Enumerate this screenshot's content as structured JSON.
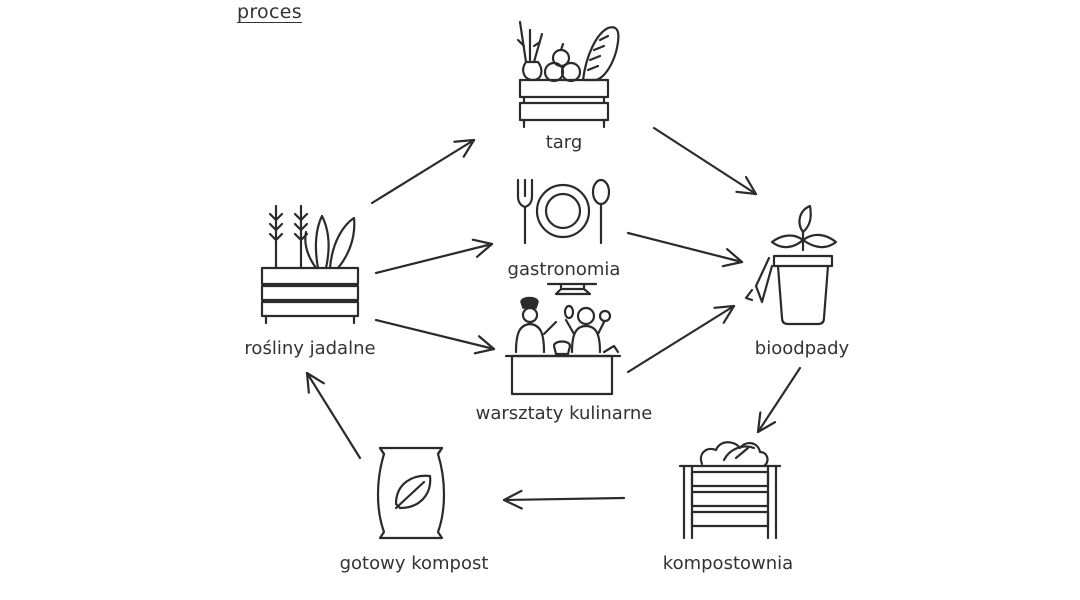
{
  "heading": "proces",
  "nodes": {
    "targ": {
      "label": "targ",
      "icon": "crate-of-produce-icon"
    },
    "gastronomia": {
      "label": "gastronomia",
      "icon": "plate-fork-spoon-icon"
    },
    "warsztaty": {
      "label": "warsztaty kulinarne",
      "icon": "cooking-workshop-icon"
    },
    "rosliny": {
      "label": "rośliny jadalne",
      "icon": "planter-with-plants-icon"
    },
    "bioodpady": {
      "label": "bioodpady",
      "icon": "compost-bin-with-sprout-icon"
    },
    "kompostownia": {
      "label": "kompostownia",
      "icon": "composter-icon"
    },
    "kompost": {
      "label": "gotowy kompost",
      "icon": "compost-bag-icon"
    }
  },
  "edges": [
    {
      "from": "rośliny jadalne",
      "to": "targ"
    },
    {
      "from": "rośliny jadalne",
      "to": "gastronomia"
    },
    {
      "from": "rośliny jadalne",
      "to": "warsztaty kulinarne"
    },
    {
      "from": "targ",
      "to": "bioodpady"
    },
    {
      "from": "gastronomia",
      "to": "bioodpady"
    },
    {
      "from": "warsztaty kulinarne",
      "to": "bioodpady"
    },
    {
      "from": "bioodpady",
      "to": "kompostownia"
    },
    {
      "from": "kompostownia",
      "to": "gotowy kompost"
    },
    {
      "from": "gotowy kompost",
      "to": "rośliny jadalne"
    }
  ],
  "colors": {
    "ink": "#2b2b2b",
    "background": "#ffffff"
  }
}
